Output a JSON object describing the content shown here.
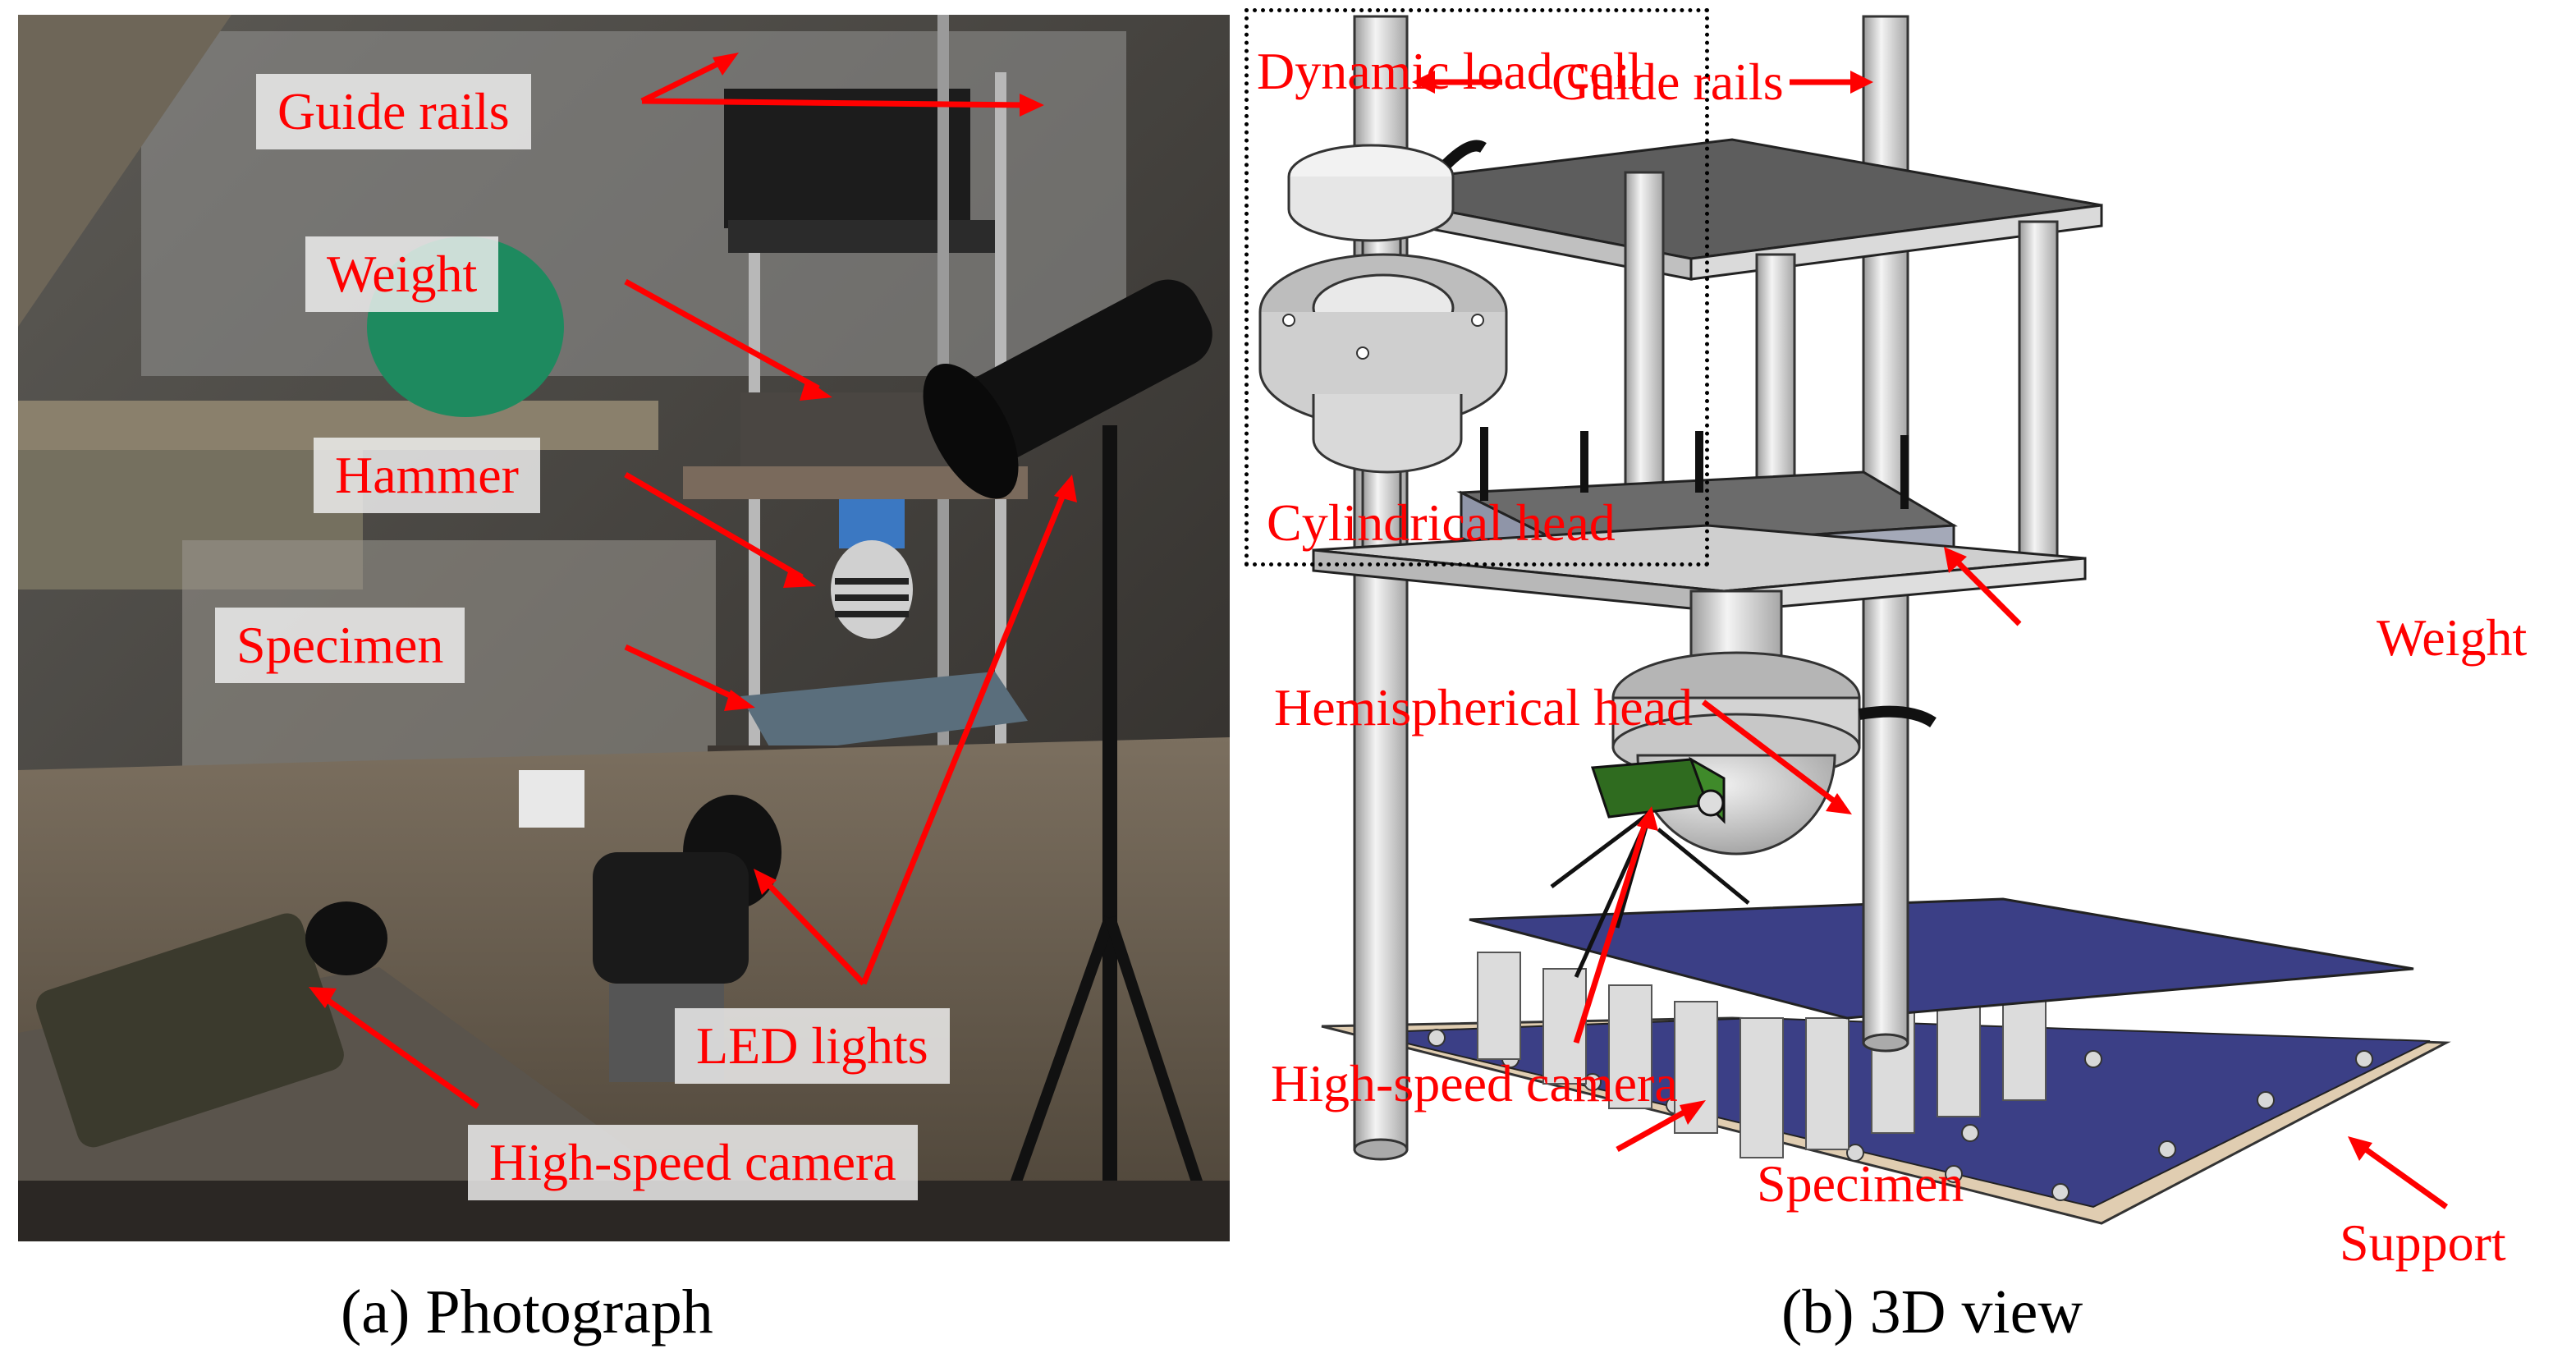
{
  "photo_panel": {
    "caption": "(a) Photograph",
    "labels": {
      "guide_rails": "Guide rails",
      "weight": "Weight",
      "hammer": "Hammer",
      "specimen": "Specimen",
      "led_lights": "LED lights",
      "camera": "High-speed camera"
    }
  },
  "view_panel": {
    "caption": "(b) 3D view",
    "inset": {
      "top_label": "Dynamic load cell",
      "bottom_label": "Cylindrical head"
    },
    "labels": {
      "guide_rails": "Guide rails",
      "weight": "Weight",
      "hemispherical_head": "Hemispherical head",
      "camera": "High-speed camera",
      "specimen": "Specimen",
      "support": "Support"
    }
  },
  "colors": {
    "label_red": "#ff0000",
    "tag_background": "#eeeeee",
    "specimen_blue": "#3b3f86",
    "camera_green": "#2f6b1f",
    "support_tan": "#d9c4a6",
    "steel_grey": "#c8c8c8"
  },
  "icons": [
    "arrow-right",
    "arrow-left"
  ]
}
